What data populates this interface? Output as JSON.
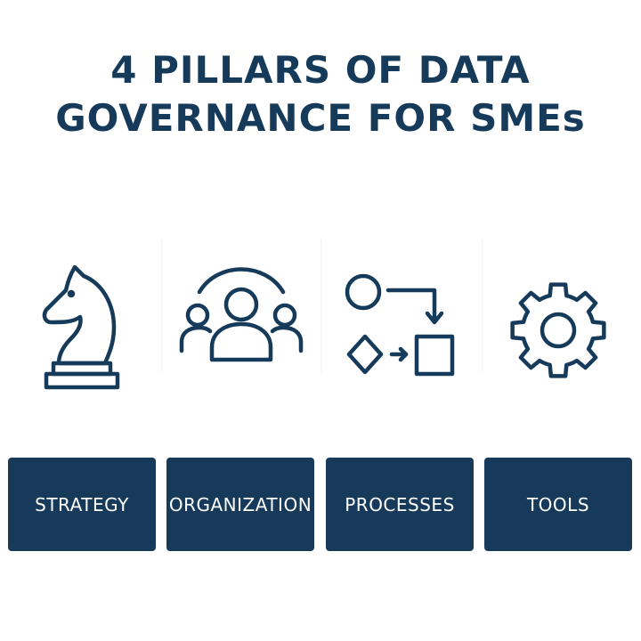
{
  "title": {
    "line1": "4 PILLARS OF DATA",
    "line2": "GOVERNANCE FOR SMEs"
  },
  "colors": {
    "navy": "#173a5a",
    "title_navy": "#163a5a",
    "icon_stroke": "#163a5a",
    "label_text": "#ffffff",
    "background": "#ffffff"
  },
  "pillars": [
    {
      "label": "STRATEGY",
      "icon": "chess-knight-icon"
    },
    {
      "label": "ORGANIZATION",
      "icon": "people-group-icon"
    },
    {
      "label": "PROCESSES",
      "icon": "process-flow-icon"
    },
    {
      "label": "TOOLS",
      "icon": "gear-icon"
    }
  ]
}
